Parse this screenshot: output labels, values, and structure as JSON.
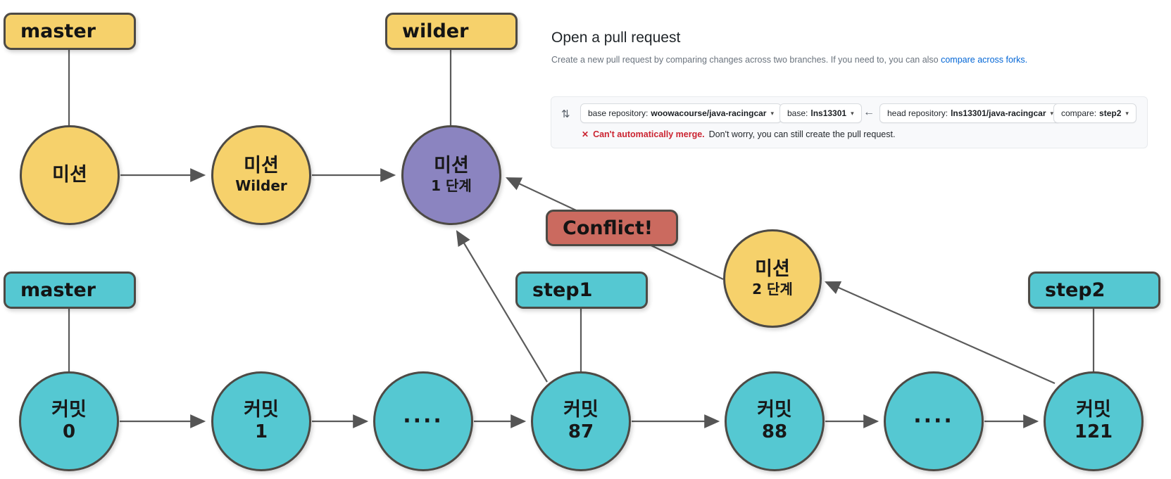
{
  "diagram": {
    "branch_labels": {
      "master_top": "master",
      "wilder": "wilder",
      "master_bottom": "master",
      "step1": "step1",
      "step2": "step2"
    },
    "conflict_label": "Conflict!",
    "nodes": {
      "mission": {
        "line1": "미션"
      },
      "mission_wilder": {
        "line1": "미션",
        "line2": "Wilder"
      },
      "mission_stage1": {
        "line1": "미션",
        "line2": "1 단계"
      },
      "mission_stage2": {
        "line1": "미션",
        "line2": "2 단계"
      },
      "commit0": {
        "line1": "커밋",
        "line2": "0"
      },
      "commit1": {
        "line1": "커밋",
        "line2": "1"
      },
      "dots_left": {
        "line1": "····"
      },
      "commit87": {
        "line1": "커밋",
        "line2": "87"
      },
      "commit88": {
        "line1": "커밋",
        "line2": "88"
      },
      "dots_right": {
        "line1": "····"
      },
      "commit121": {
        "line1": "커밋",
        "line2": "121"
      }
    },
    "colors": {
      "yellow": "#F6D16B",
      "teal": "#55C8D2",
      "purple": "#8B84C0",
      "red": "#CB6A5F",
      "outline": "#4d4a45",
      "wire": "#5b5b5b"
    }
  },
  "pull_request": {
    "title": "Open a pull request",
    "subtitle": "Create a new pull request by comparing changes across two branches. If you need to, you can also",
    "subtitle_link": "compare across forks.",
    "compare_bar": {
      "icon_glyph": "⇅",
      "caret": "▾",
      "arrow_left": "←",
      "base_repository_label": "base repository:",
      "base_repository_value": "woowacourse/java-racingcar",
      "base_label": "base:",
      "base_value": "lns13301",
      "head_repository_label": "head repository:",
      "head_repository_value": "lns13301/java-racingcar",
      "compare_label": "compare:",
      "compare_value": "step2"
    },
    "merge_warning": {
      "icon": "✕",
      "bold": "Can't automatically merge.",
      "rest": "Don't worry, you can still create the pull request."
    },
    "ui_colors": {
      "link": "#0366d6",
      "warning_red": "#cb2431",
      "panel_bg": "#f8f9fb"
    }
  }
}
